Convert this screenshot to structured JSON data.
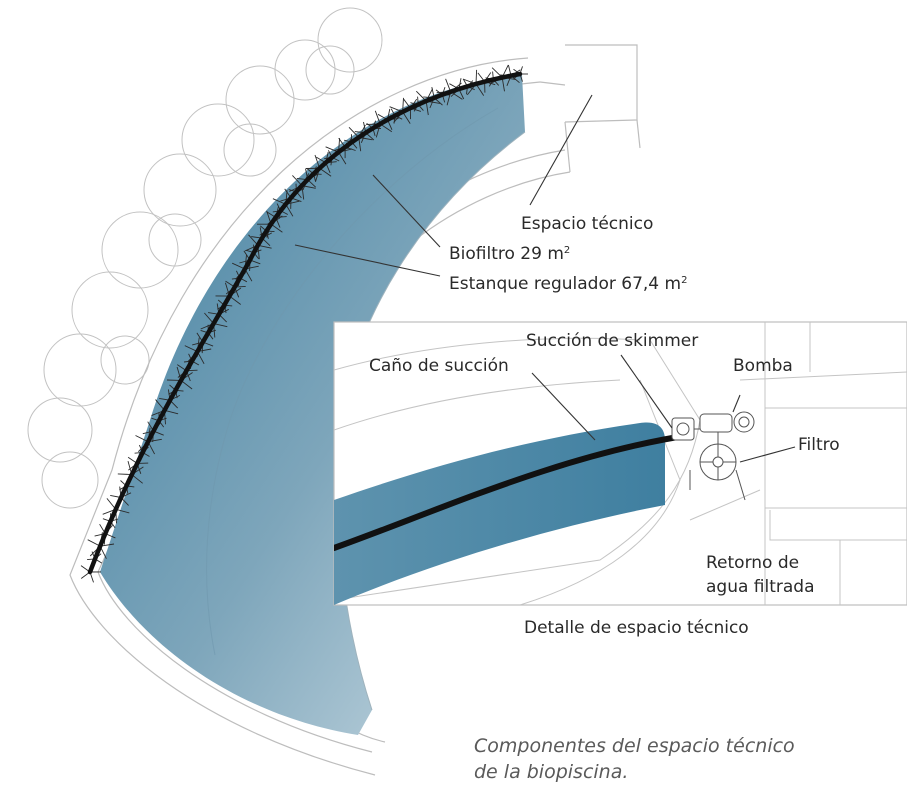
{
  "labels": {
    "espacio_tecnico": "Espacio técnico",
    "biofiltro": "Biofiltro 29 m",
    "biofiltro_sup": "2",
    "estanque": "Estanque regulador 67,4 m",
    "estanque_sup": "2",
    "succion_skimmer": "Succión de skimmer",
    "cano_succion": "Caño de succión",
    "bomba": "Bomba",
    "filtro": "Filtro",
    "retorno_1": "Retorno de",
    "retorno_2": "agua filtrada",
    "detalle": "Detalle de espacio técnico"
  },
  "caption": {
    "line1": "Componentes del espacio técnico",
    "line2": "de la biopiscina."
  },
  "colors": {
    "water_dark": "#3f7fa0",
    "water_light": "#c4d6df",
    "pipe": "#111111",
    "outline": "#b8b8b8",
    "plants": "#2a2a2a",
    "leader": "#333333"
  }
}
